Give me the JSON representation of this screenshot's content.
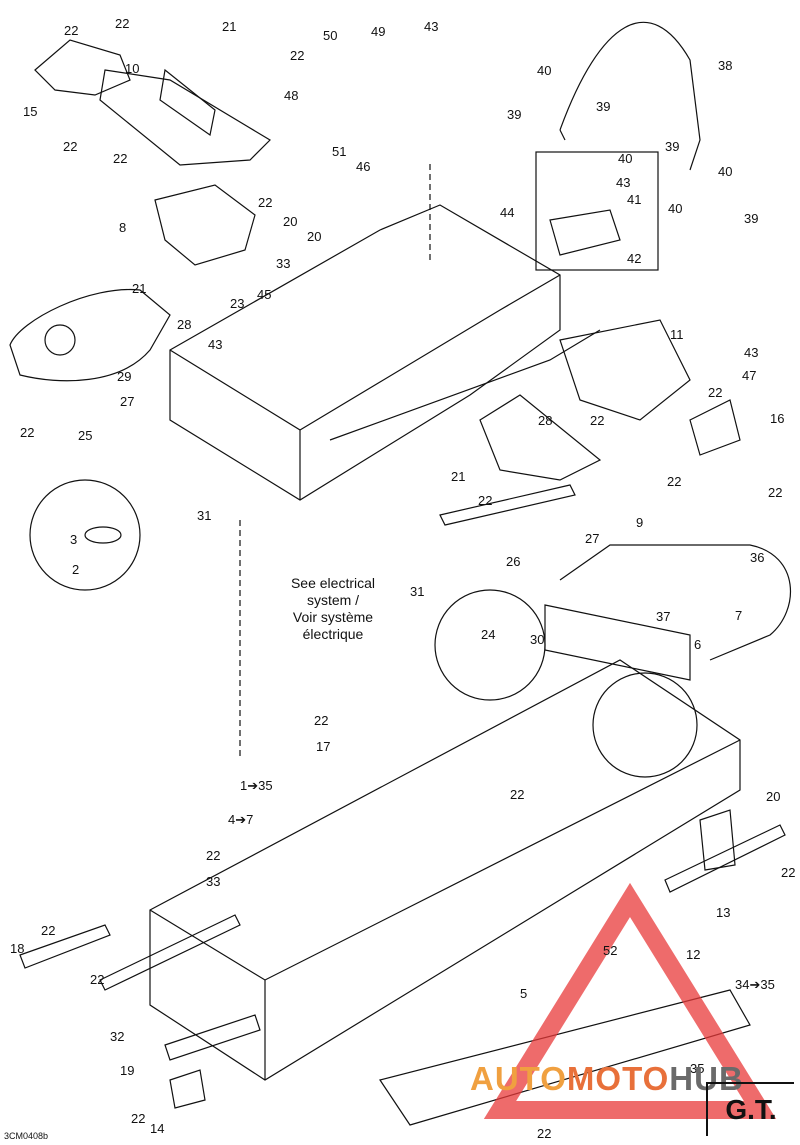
{
  "callouts": [
    {
      "text": "22"
    },
    {
      "text": "22"
    },
    {
      "text": "21"
    },
    {
      "text": "22"
    },
    {
      "text": "50"
    },
    {
      "text": "49"
    },
    {
      "text": "43"
    },
    {
      "text": "10"
    },
    {
      "text": "15"
    },
    {
      "text": "22"
    },
    {
      "text": "22"
    },
    {
      "text": "48"
    },
    {
      "text": "51"
    },
    {
      "text": "46"
    },
    {
      "text": "40"
    },
    {
      "text": "39"
    },
    {
      "text": "39"
    },
    {
      "text": "40"
    },
    {
      "text": "38"
    },
    {
      "text": "39"
    },
    {
      "text": "40"
    },
    {
      "text": "40"
    },
    {
      "text": "39"
    },
    {
      "text": "22"
    },
    {
      "text": "8"
    },
    {
      "text": "20"
    },
    {
      "text": "20"
    },
    {
      "text": "44"
    },
    {
      "text": "43"
    },
    {
      "text": "41"
    },
    {
      "text": "42"
    },
    {
      "text": "33"
    },
    {
      "text": "45"
    },
    {
      "text": "21"
    },
    {
      "text": "23"
    },
    {
      "text": "28"
    },
    {
      "text": "43"
    },
    {
      "text": "29"
    },
    {
      "text": "27"
    },
    {
      "text": "22"
    },
    {
      "text": "25"
    },
    {
      "text": "11"
    },
    {
      "text": "43"
    },
    {
      "text": "47"
    },
    {
      "text": "22"
    },
    {
      "text": "22"
    },
    {
      "text": "16"
    },
    {
      "text": "28"
    },
    {
      "text": "21"
    },
    {
      "text": "22"
    },
    {
      "text": "22"
    },
    {
      "text": "22"
    },
    {
      "text": "31"
    },
    {
      "text": "9"
    },
    {
      "text": "3"
    },
    {
      "text": "2"
    },
    {
      "text": "27"
    },
    {
      "text": "26"
    },
    {
      "text": "31"
    },
    {
      "text": "36"
    },
    {
      "text": "37"
    },
    {
      "text": "7"
    },
    {
      "text": "24"
    },
    {
      "text": "30"
    },
    {
      "text": "6"
    },
    {
      "text": "22"
    },
    {
      "text": "17"
    },
    {
      "text": "1➔35"
    },
    {
      "text": "22"
    },
    {
      "text": "4➔7"
    },
    {
      "text": "20"
    },
    {
      "text": "22"
    },
    {
      "text": "33"
    },
    {
      "text": "22"
    },
    {
      "text": "13"
    },
    {
      "text": "22"
    },
    {
      "text": "18"
    },
    {
      "text": "22"
    },
    {
      "text": "52"
    },
    {
      "text": "12"
    },
    {
      "text": "34➔35"
    },
    {
      "text": "5"
    },
    {
      "text": "32"
    },
    {
      "text": "19"
    },
    {
      "text": "35"
    },
    {
      "text": "22"
    },
    {
      "text": "14"
    },
    {
      "text": "22"
    }
  ],
  "note_lines": [
    "See electrical",
    "system /",
    "Voir système",
    "électrique"
  ],
  "corner_label": "G.T.",
  "drawing_code": "3CM0408b",
  "watermark": {
    "part1": "AUTO",
    "part2": "MOTO",
    "part3": "HUB",
    "color": "#e83a3a"
  }
}
